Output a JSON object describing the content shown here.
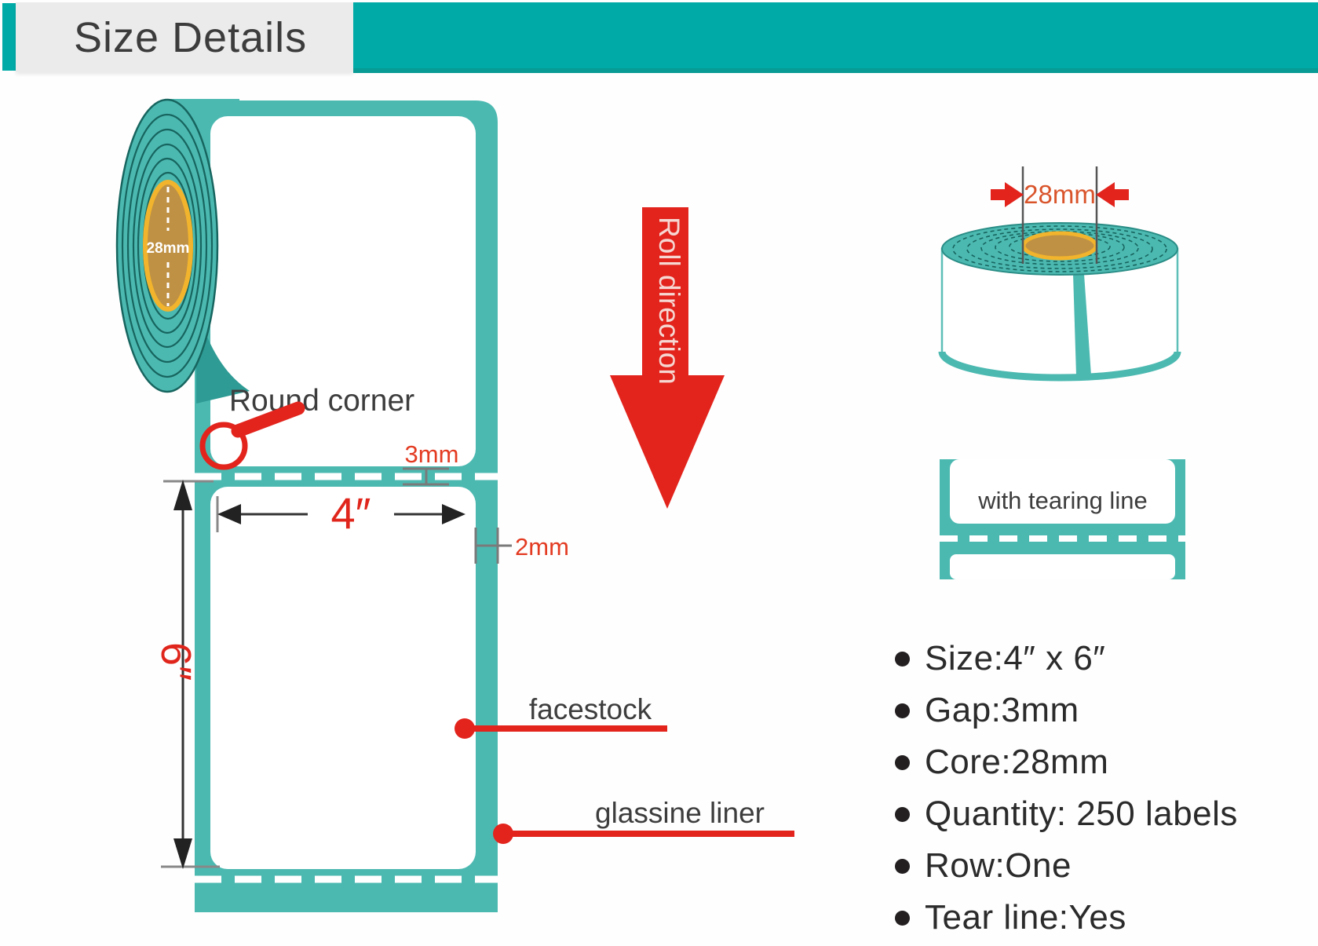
{
  "header": {
    "title": "Size Details"
  },
  "roll": {
    "core_label": "28mm"
  },
  "annotations": {
    "round_corner": "Round corner",
    "gap": "3mm",
    "width": "4″",
    "edge": "2mm",
    "height": "6″",
    "facestock": "facestock",
    "glassine_liner": "glassine liner",
    "roll_direction": "Roll direction"
  },
  "top_view": {
    "core_label": "28mm"
  },
  "tear_strip": {
    "label": "with tearing line"
  },
  "specs": {
    "items": [
      "Size:4″ x 6″",
      "Gap:3mm",
      "Core:28mm",
      "Quantity: 250 labels",
      "Row:One",
      "Tear line:Yes"
    ]
  },
  "colors": {
    "brand_teal": "#00aaa6",
    "roll_teal": "#4cb9b1",
    "ring_teal": "#17655f",
    "core_tan": "#bf9144",
    "core_rim": "#f2b42c",
    "red": "#e2241d",
    "dim_red": "#e33b22",
    "text_dark": "#3d3d3d"
  }
}
